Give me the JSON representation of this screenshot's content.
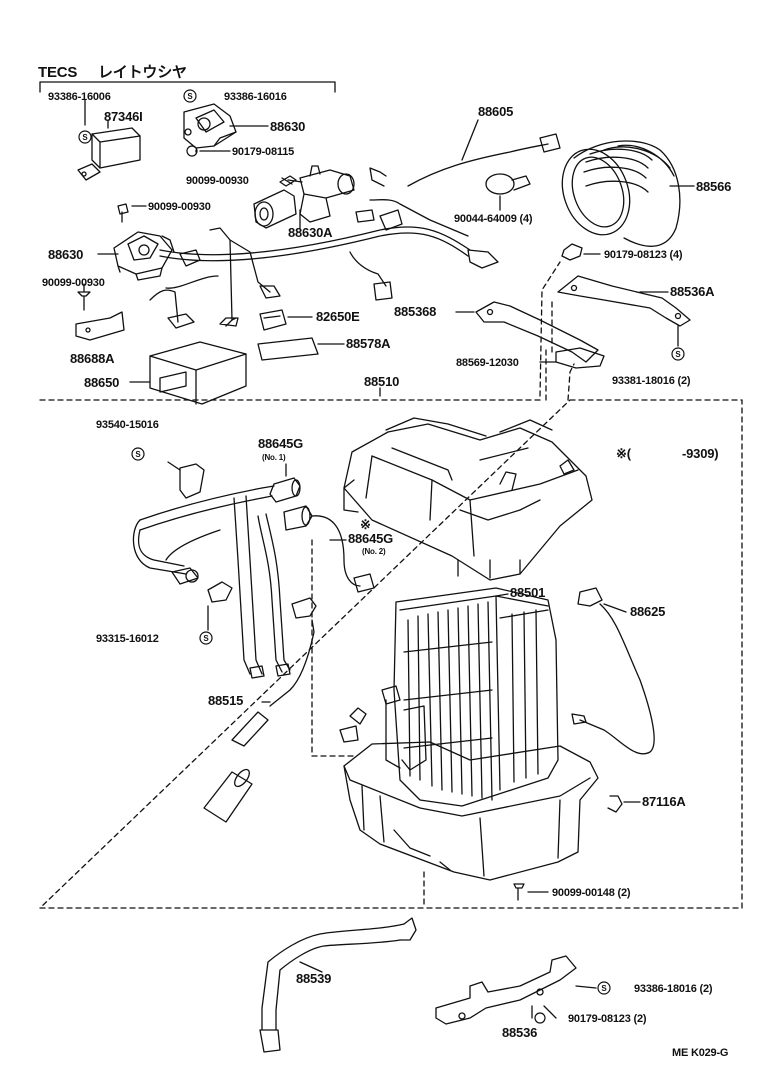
{
  "header": {
    "group_code": "TECS",
    "group_kana": "レイトウシヤ",
    "range_note_mark": "※(",
    "range_note_to": "-9309)"
  },
  "footer": {
    "page_code": "ME  K029-G"
  },
  "s_mark": "S",
  "parts": {
    "p93386_16006": "93386-16006",
    "p93386_16016": "93386-16016",
    "p87346I": "87346I",
    "p88630_top": "88630",
    "p90179_08115": "90179-08115",
    "p90099_00930_a": "90099-00930",
    "p90099_00930_b": "90099-00930",
    "p90099_00930_c": "90099-00930",
    "p88630A": "88630A",
    "p88630_left": "88630",
    "p88605": "88605",
    "p88566": "88566",
    "p90044_64009": "90044-64009 (4)",
    "p90179_08123_4": "90179-08123 (4)",
    "p88536A": "88536A",
    "p88536B": "885368",
    "p88569_12030": "88569-12030",
    "p93381_18016": "93381-18016 (2)",
    "p82650E": "82650E",
    "p88578A": "88578A",
    "p88688A": "88688A",
    "p88650": "88650",
    "p88510": "88510",
    "p93540_15016": "93540-15016",
    "p88645G_1": "88645G",
    "no1": "(No. 1)",
    "p88645G_2": "88645G",
    "no2": "(No. 2)",
    "asterisk": "※",
    "p88501": "88501",
    "p88625": "88625",
    "p93315_16012": "93315-16012",
    "p88515": "88515",
    "p87116A": "87116A",
    "p90099_00148": "90099-00148 (2)",
    "p88539": "88539",
    "p93386_18016": "93386-18016 (2)",
    "p90179_08123_2": "90179-08123 (2)",
    "p88536": "88536"
  }
}
